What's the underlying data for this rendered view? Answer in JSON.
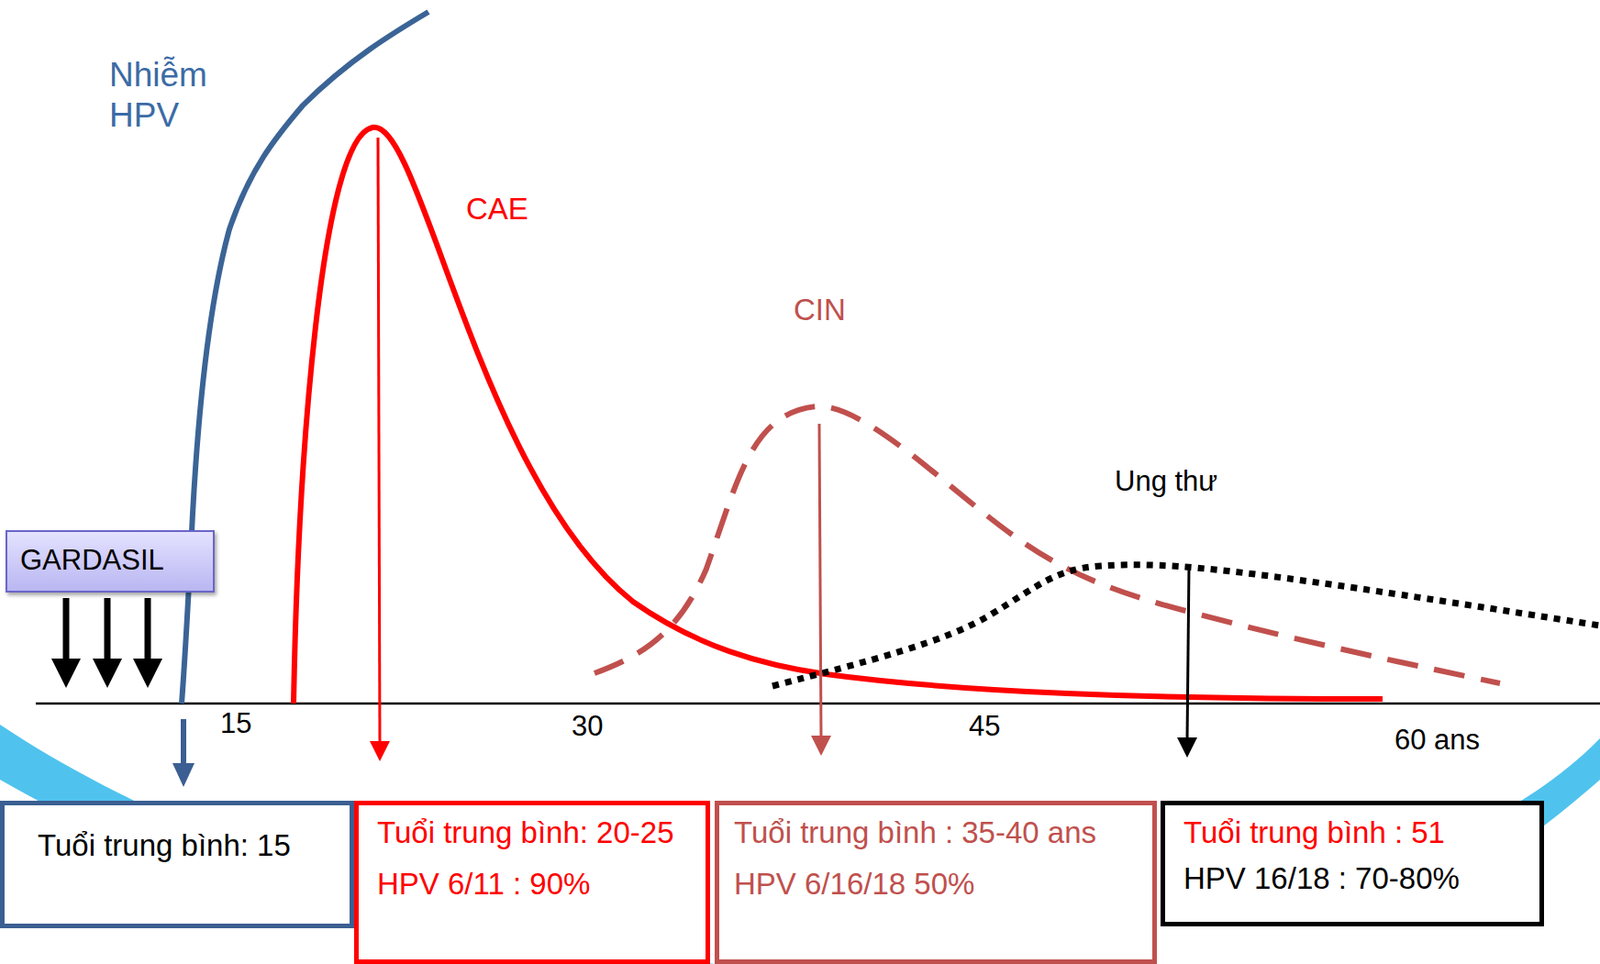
{
  "diagram": {
    "nodes": [
      {
        "text": [
          "GARDASIL"
        ]
      },
      {
        "text": [
          "Tuổi trung bình: 15"
        ]
      },
      {
        "text": [
          "Tuổi trung bình: 20-25",
          "HPV 6/11 : 90%"
        ]
      },
      {
        "text": [
          "Tuổi trung bình : 35-40 ans",
          "HPV 6/16/18 50%"
        ]
      },
      {
        "text": [
          "Tuổi trung bình : 51",
          "HPV 16/18 : 70-80%"
        ]
      }
    ],
    "edges": [],
    "labels": [
      "Nhiễm HPV",
      "CAE",
      "CIN",
      "Ung thư",
      "15",
      "30",
      "45",
      "60 ans"
    ]
  }
}
